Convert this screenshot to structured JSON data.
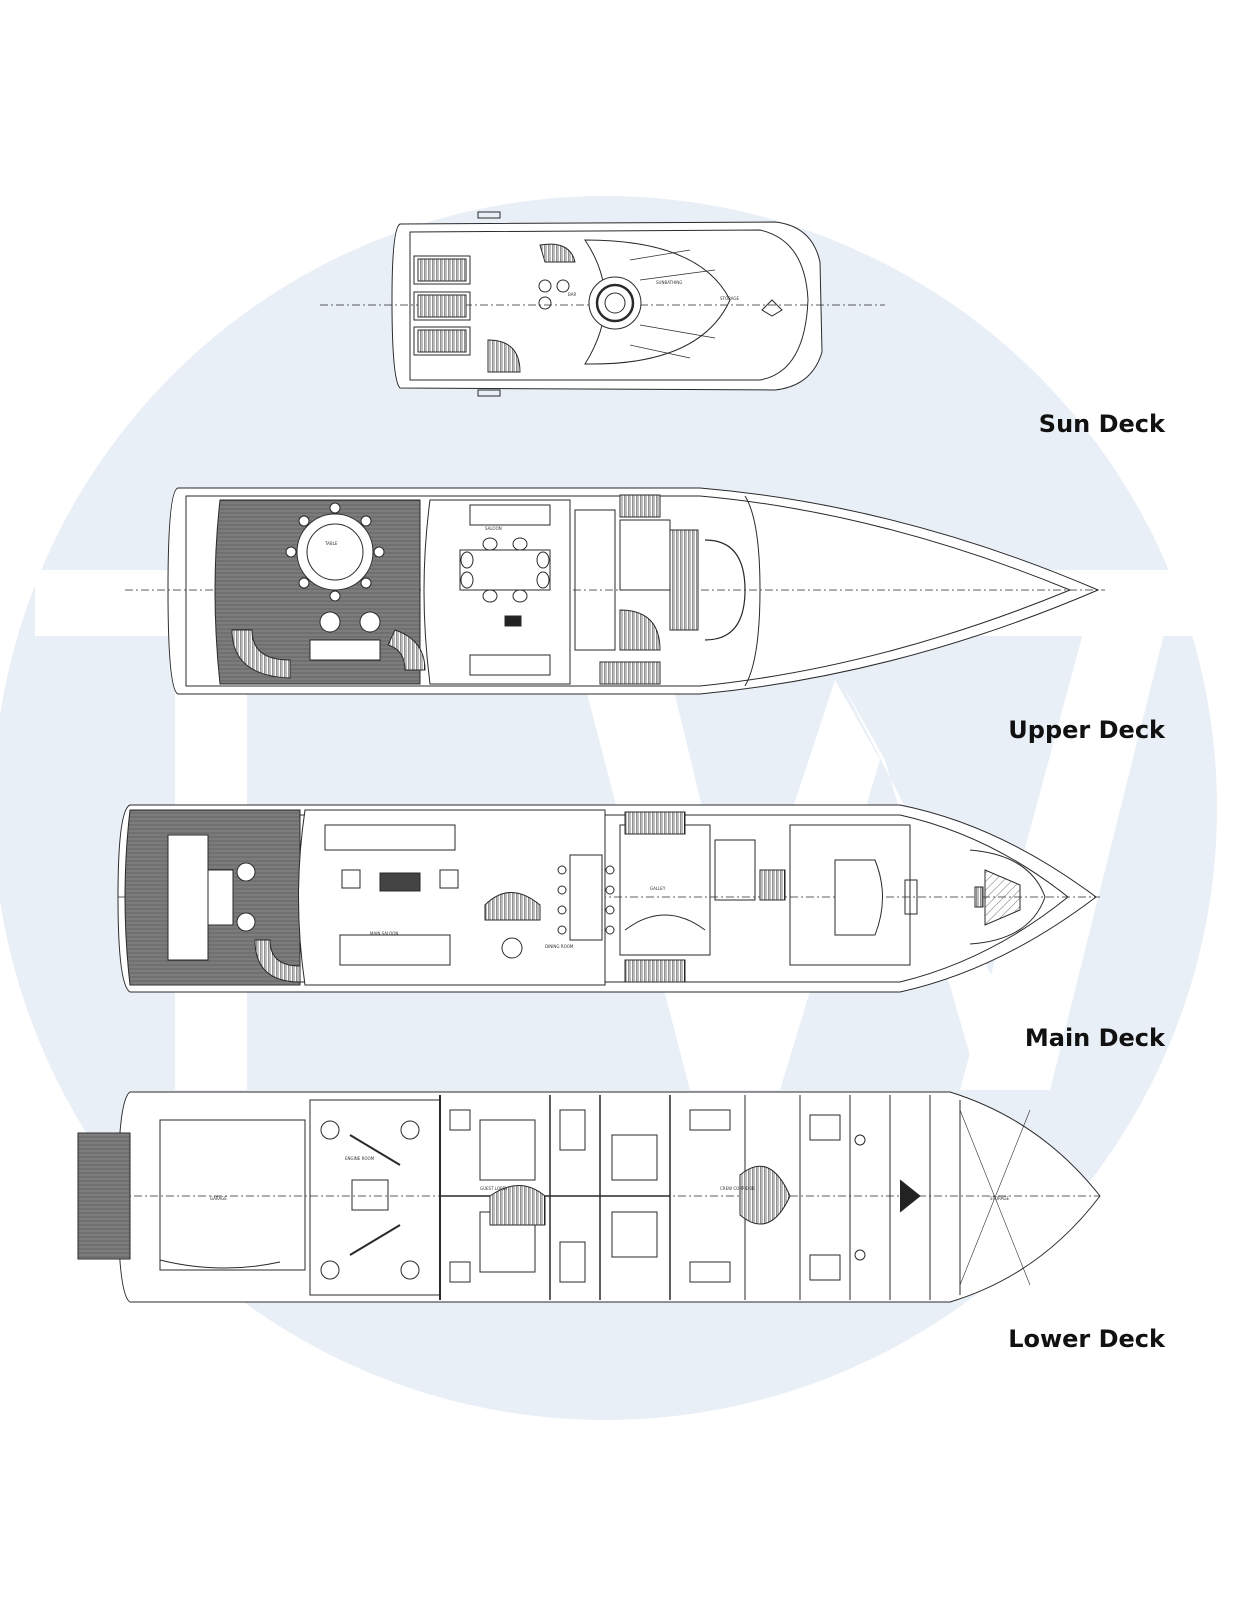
{
  "watermark": {
    "letters": "TW",
    "circle_color": "#e9eff6",
    "letter_color": "#ffffff"
  },
  "colors": {
    "line": "#2a2a2a",
    "teak": "#6d6d6d",
    "background": "#ffffff"
  },
  "decks": [
    {
      "id": "sun",
      "label": "Sun Deck"
    },
    {
      "id": "upper",
      "label": "Upper Deck"
    },
    {
      "id": "main",
      "label": "Main Deck"
    },
    {
      "id": "lower",
      "label": "Lower Deck"
    }
  ]
}
